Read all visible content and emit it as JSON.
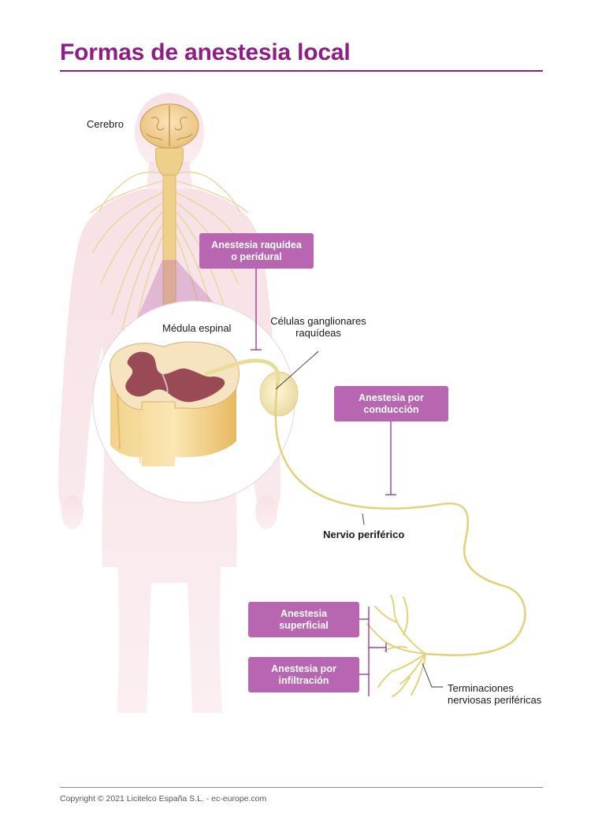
{
  "title": "Formas de anestesia local",
  "labels": {
    "cerebro": "Cerebro",
    "medula": "Médula espinal",
    "celulas_1": "Células ganglionares",
    "celulas_2": "raquídeas",
    "nervio": "Nervio periférico",
    "terminaciones_1": "Terminaciones",
    "terminaciones_2": "nerviosas periféricas"
  },
  "boxes": {
    "raquidea": [
      "Anestesia raquídea",
      "o peridural"
    ],
    "conduccion": [
      "Anestesia por",
      "conducción"
    ],
    "superficial": [
      "Anestesia",
      "superficial"
    ],
    "infiltracion": [
      "Anestesia por",
      "infiltración"
    ]
  },
  "footer": "Copyright © 2021 Licitelco España S.L. - ec-europe.com",
  "colors": {
    "accent": "#8e1e86",
    "box": "#b866b2",
    "body_silhouette": "#f6dfe3",
    "nerve": "#e9dc98",
    "gray_matter": "#9a4a55"
  }
}
